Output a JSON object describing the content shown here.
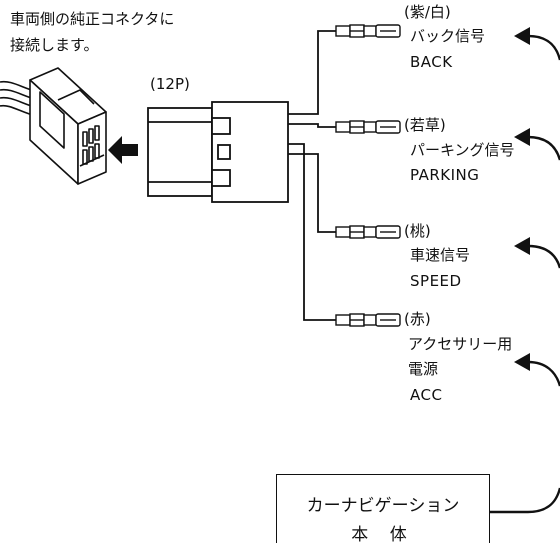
{
  "vehicle_connector": {
    "note_line1": "車両側の純正コネクタに",
    "note_line2": "接続します。"
  },
  "harness_connector": {
    "pin_label": "(12P)"
  },
  "wires": [
    {
      "color": "(紫/白)",
      "name_jp": "バック信号",
      "name_en": "BACK"
    },
    {
      "color": "(若草)",
      "name_jp": "パーキング信号",
      "name_en": "PARKING"
    },
    {
      "color": "(桃)",
      "name_jp": "車速信号",
      "name_en": "SPEED"
    },
    {
      "color": "(赤)",
      "name_jp": "アクセサリー用",
      "name_jp2": "電源",
      "name_en": "ACC"
    }
  ],
  "navigation_unit": {
    "line1": "カーナビゲーション",
    "line2": "本 体"
  }
}
